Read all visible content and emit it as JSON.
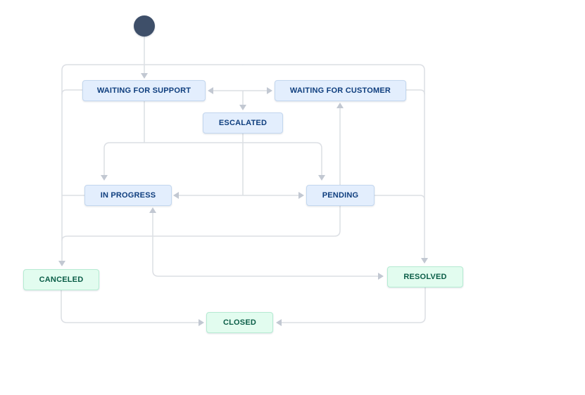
{
  "diagram": {
    "title": "workflow-status-diagram",
    "start_node": {
      "label": ""
    },
    "statuses": [
      {
        "label": "WAITING FOR SUPPORT",
        "category": "in-progress-blue"
      },
      {
        "label": "WAITING FOR CUSTOMER",
        "category": "in-progress-blue"
      },
      {
        "label": "ESCALATED",
        "category": "in-progress-blue"
      },
      {
        "label": "IN PROGRESS",
        "category": "in-progress-blue"
      },
      {
        "label": "PENDING",
        "category": "in-progress-blue"
      },
      {
        "label": "CANCELED",
        "category": "done-green"
      },
      {
        "label": "RESOLVED",
        "category": "done-green"
      },
      {
        "label": "CLOSED",
        "category": "done-green"
      }
    ],
    "transitions": [
      {
        "from": "start",
        "to": "WAITING FOR SUPPORT",
        "direction": "one-way"
      },
      {
        "from": "WAITING FOR SUPPORT",
        "to": "WAITING FOR CUSTOMER",
        "direction": "two-way"
      },
      {
        "from": "WAITING FOR SUPPORT / WAITING FOR CUSTOMER",
        "to": "ESCALATED",
        "direction": "one-way"
      },
      {
        "from": "WAITING FOR SUPPORT",
        "to": "IN PROGRESS",
        "direction": "one-way"
      },
      {
        "from": "WAITING FOR SUPPORT",
        "to": "PENDING",
        "direction": "one-way"
      },
      {
        "from": "ESCALATED",
        "to": "IN PROGRESS / PENDING link",
        "direction": "one-way"
      },
      {
        "from": "IN PROGRESS",
        "to": "PENDING",
        "direction": "two-way"
      },
      {
        "from": "PENDING",
        "to": "WAITING FOR CUSTOMER",
        "direction": "one-way"
      },
      {
        "from": "WAITING FOR SUPPORT / IN PROGRESS / PENDING",
        "to": "CANCELED",
        "direction": "one-way"
      },
      {
        "from": "WAITING FOR CUSTOMER / PENDING",
        "to": "RESOLVED",
        "direction": "one-way"
      },
      {
        "from": "IN PROGRESS",
        "to": "RESOLVED",
        "direction": "two-way"
      },
      {
        "from": "CANCELED",
        "to": "CLOSED",
        "direction": "one-way"
      },
      {
        "from": "RESOLVED",
        "to": "CLOSED",
        "direction": "one-way"
      }
    ],
    "colors": {
      "status_blue_bg": "#e3eefd",
      "status_blue_border": "#c3d7ef",
      "status_blue_text": "#0f3e7e",
      "status_green_bg": "#e2fcef",
      "status_green_border": "#b5ebd2",
      "status_green_text": "#0a5d47",
      "edge_line": "#dcdfe4",
      "edge_arrow": "#c2c8d2",
      "start_node_fill": "#3e4f69",
      "canvas_bg": "#ffffff"
    }
  }
}
